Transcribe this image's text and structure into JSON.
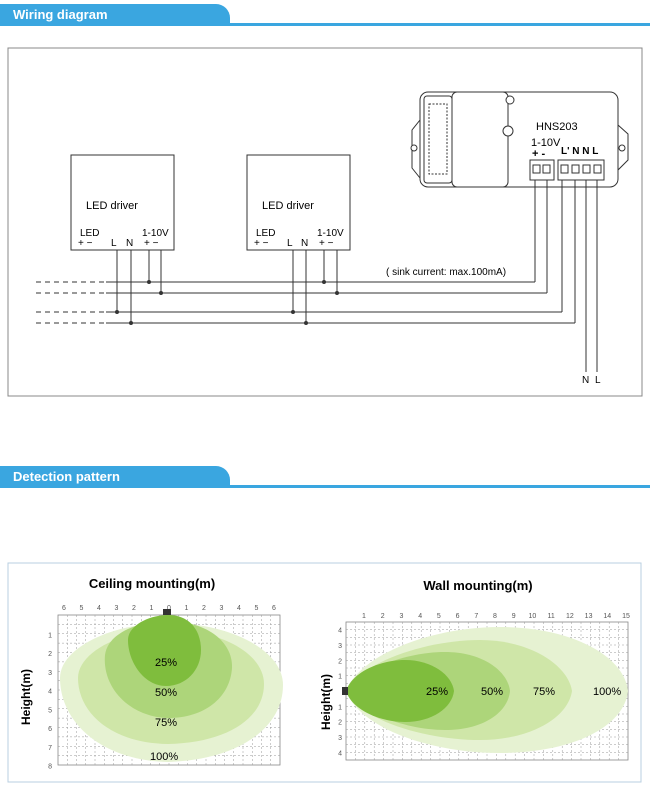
{
  "sections": {
    "wiring_title": "Wiring diagram",
    "detection_title": "Detection pattern"
  },
  "wiring": {
    "driver1": {
      "title": "LED driver",
      "led": "LED",
      "led_pm": "+  −",
      "l": "L",
      "n": "N",
      "dim": "1-10V",
      "dim_pm": "+  −"
    },
    "driver2": {
      "title": "LED driver",
      "led": "LED",
      "led_pm": "+  −",
      "l": "L",
      "n": "N",
      "dim": "1-10V",
      "dim_pm": "+  −"
    },
    "sensor": {
      "model": "HNS203",
      "dim": "1-10V",
      "dim_pm": "+  -",
      "terminals": "L' N N L"
    },
    "sink_note": "( sink current: max.100mA)",
    "supply_n": "N",
    "supply_l": "L"
  },
  "ceiling": {
    "title": "Ceiling mounting(m)",
    "ylabel": "Height(m)",
    "x_ticks": [
      "6",
      "5",
      "4",
      "3",
      "2",
      "1",
      "0",
      "1",
      "2",
      "3",
      "4",
      "5",
      "6"
    ],
    "y_ticks": [
      "1",
      "2",
      "3",
      "4",
      "5",
      "6",
      "7",
      "8"
    ],
    "levels": [
      "25%",
      "50%",
      "75%",
      "100%"
    ],
    "colors": [
      "#e8f3d6",
      "#d2e9b0",
      "#acd47a",
      "#7ebd3c"
    ]
  },
  "wall": {
    "title": "Wall mounting(m)",
    "ylabel": "Height(m)",
    "x_ticks": [
      "1",
      "2",
      "3",
      "4",
      "5",
      "6",
      "7",
      "8",
      "9",
      "10",
      "11",
      "12",
      "13",
      "14",
      "15"
    ],
    "y_ticks": [
      "4",
      "3",
      "2",
      "1",
      "",
      "1",
      "2",
      "3",
      "4"
    ],
    "levels": [
      "25%",
      "50%",
      "75%",
      "100%"
    ],
    "colors": [
      "#e8f3d6",
      "#d2e9b0",
      "#acd47a",
      "#7ebd3c"
    ]
  }
}
